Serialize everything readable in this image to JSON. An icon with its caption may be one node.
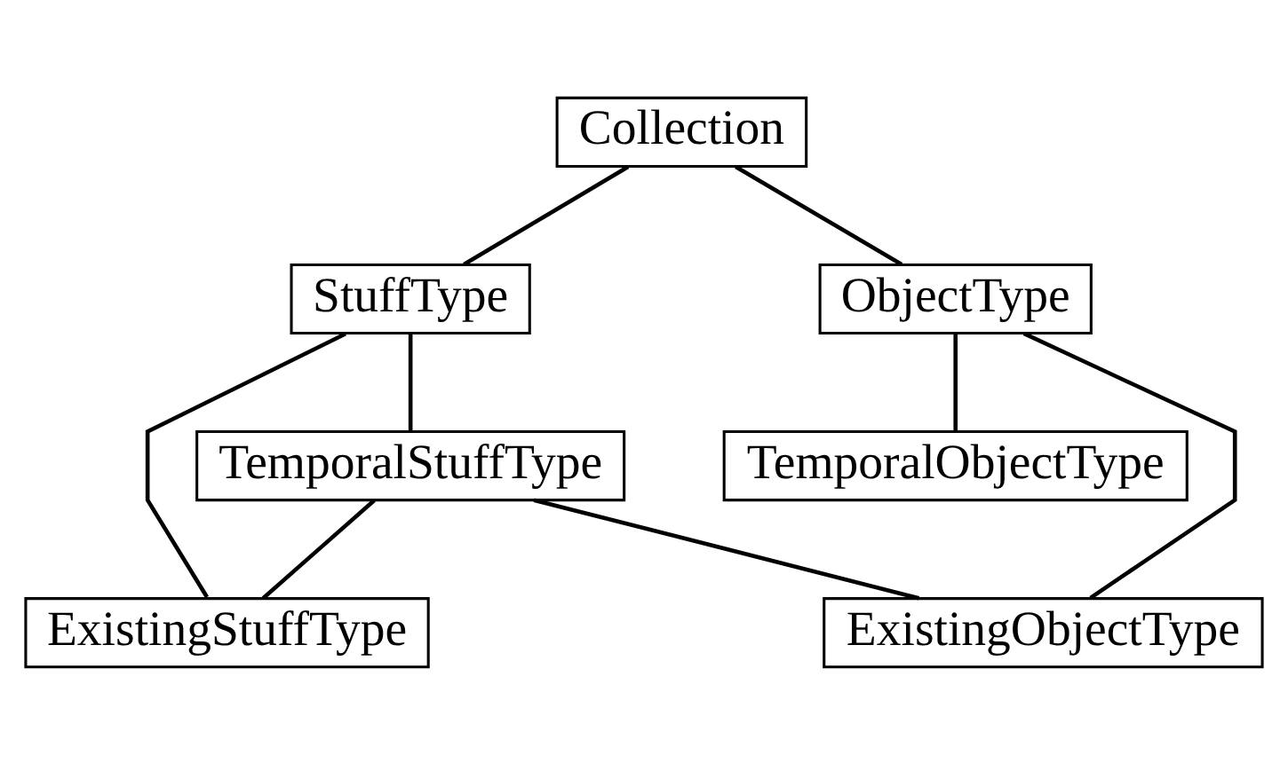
{
  "diagram": {
    "nodes": [
      {
        "text": [
          "Collection"
        ]
      },
      {
        "text": [
          "StuffType"
        ]
      },
      {
        "text": [
          "ObjectType"
        ]
      },
      {
        "text": [
          "TemporalObjectType"
        ]
      },
      {
        "text": [
          "TemporalStuffType"
        ]
      },
      {
        "text": [
          "ExistingStuffType"
        ]
      },
      {
        "text": [
          "ExistingObjectType"
        ]
      }
    ],
    "edges": [
      {
        "from": 0,
        "to": 1,
        "arrow": "none"
      },
      {
        "from": 0,
        "to": 2,
        "arrow": "none"
      },
      {
        "from": 1,
        "to": 5,
        "arrow": "none"
      },
      {
        "from": 1,
        "to": 4,
        "arrow": "none"
      },
      {
        "from": 2,
        "to": 6,
        "arrow": "none"
      },
      {
        "from": 2,
        "to": 3,
        "arrow": "none"
      },
      {
        "from": 4,
        "to": 5,
        "arrow": "none"
      },
      {
        "from": 4,
        "to": 6,
        "arrow": "none"
      }
    ]
  }
}
